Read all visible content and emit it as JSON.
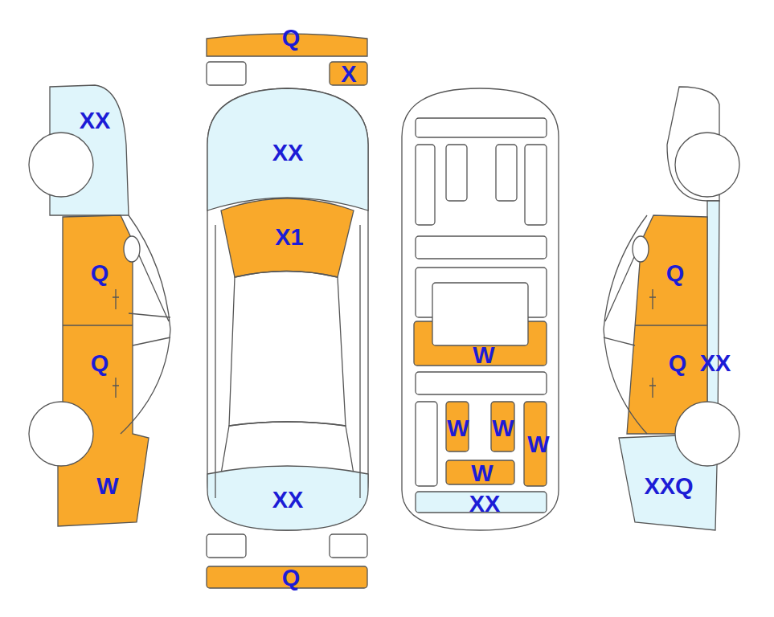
{
  "diagram": {
    "nodes": [
      {
        "text": [
          "Q"
        ]
      },
      {
        "text": [
          "X"
        ]
      },
      {
        "text": [
          "XX"
        ]
      },
      {
        "text": [
          "XX"
        ]
      },
      {
        "text": [
          "X1"
        ]
      },
      {
        "text": [
          "Q"
        ]
      },
      {
        "text": [
          "Q"
        ]
      },
      {
        "text": [
          "W"
        ]
      },
      {
        "text": [
          "Q"
        ]
      },
      {
        "text": [
          "Q"
        ]
      },
      {
        "text": [
          "XX"
        ]
      },
      {
        "text": [
          "W"
        ]
      },
      {
        "text": [
          "W"
        ]
      },
      {
        "text": [
          "W"
        ]
      },
      {
        "text": [
          "W"
        ]
      },
      {
        "text": [
          "W"
        ]
      },
      {
        "text": [
          "XXQ"
        ]
      },
      {
        "text": [
          "XX"
        ]
      },
      {
        "text": [
          "XX"
        ]
      },
      {
        "text": [
          "Q"
        ]
      }
    ]
  }
}
